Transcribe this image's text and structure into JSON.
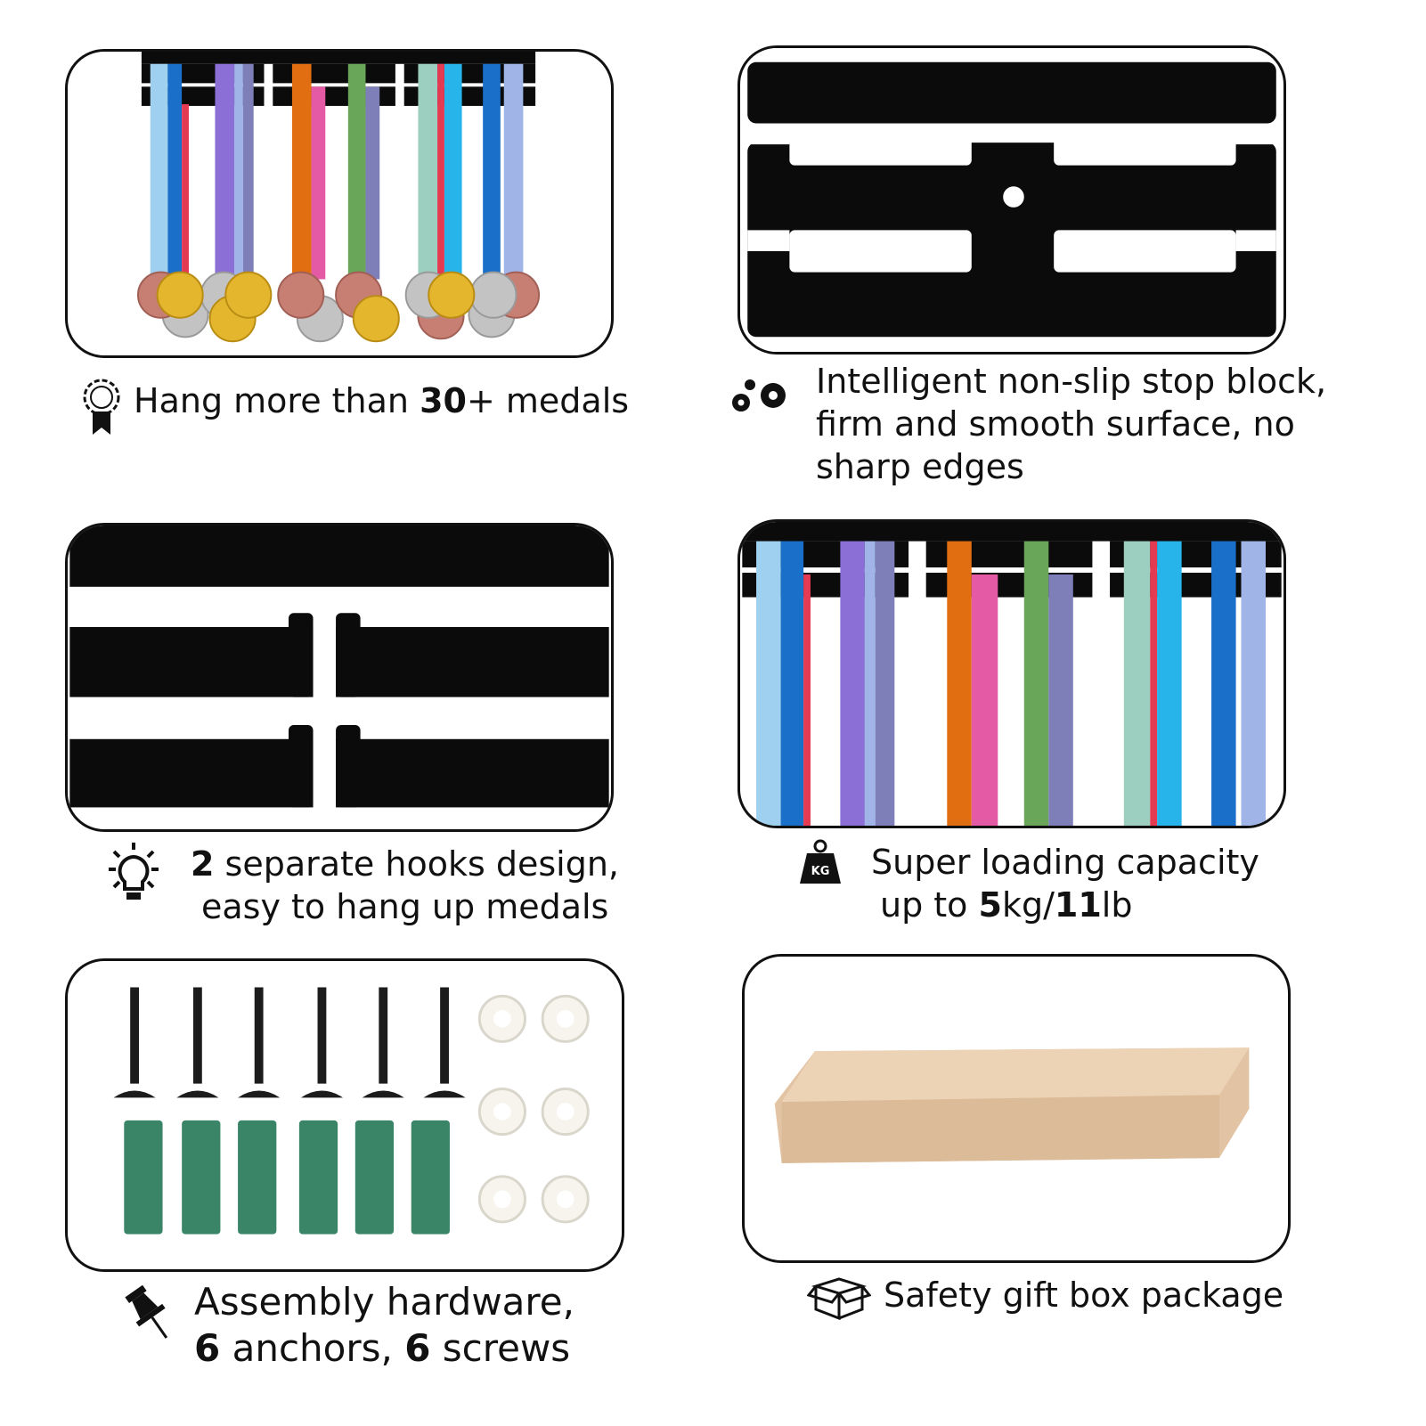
{
  "features": [
    {
      "id": "medals",
      "icon": "ribbon-award-icon",
      "lines": [
        {
          "t1": "Hang more than ",
          "b1": "30",
          "t2": "+ medals"
        }
      ]
    },
    {
      "id": "stopblock",
      "icon": "gears-icon",
      "lines": [
        {
          "t1": "Intelligent non-slip stop block,"
        },
        {
          "t1": "firm and smooth surface, no"
        },
        {
          "t1": "sharp edges"
        }
      ]
    },
    {
      "id": "hooks",
      "icon": "lightbulb-icon",
      "lines": [
        {
          "b1": "2",
          "t1": " separate hooks design,"
        },
        {
          "t1": "easy to hang up medals"
        }
      ]
    },
    {
      "id": "capacity",
      "icon": "weight-kg-icon",
      "icon_text": "KG",
      "lines": [
        {
          "t1": "Super loading capacity"
        },
        {
          "t1": "up to ",
          "b1": "5",
          "t2": "kg/",
          "b2": "11",
          "t3": "lb"
        }
      ]
    },
    {
      "id": "hardware",
      "icon": "pushpin-icon",
      "lines": [
        {
          "t1": "Assembly hardware,"
        },
        {
          "b1": "6",
          "t1": " anchors, ",
          "b2": "6",
          "t2": " screws"
        }
      ]
    },
    {
      "id": "giftbox",
      "icon": "open-box-icon",
      "lines": [
        {
          "t1": "Safety gift box package"
        }
      ]
    }
  ],
  "colors": {
    "rack": "#0b0b0b",
    "outline": "#111111",
    "box": "#e2c4a4",
    "anchor": "#3a8467",
    "washer": "#f6f4ec"
  },
  "ribbon_colors": [
    "#9fd0ef",
    "#1a6fc9",
    "#e43a52",
    "#8b6fd6",
    "#a0b4e8",
    "#e26e12",
    "#e45aa4",
    "#6aa65a",
    "#7e7fb8",
    "#9ccfc0",
    "#27b4ea"
  ],
  "medal_colors": [
    "#c77f73",
    "#e4b62e",
    "#c3c3c3"
  ]
}
